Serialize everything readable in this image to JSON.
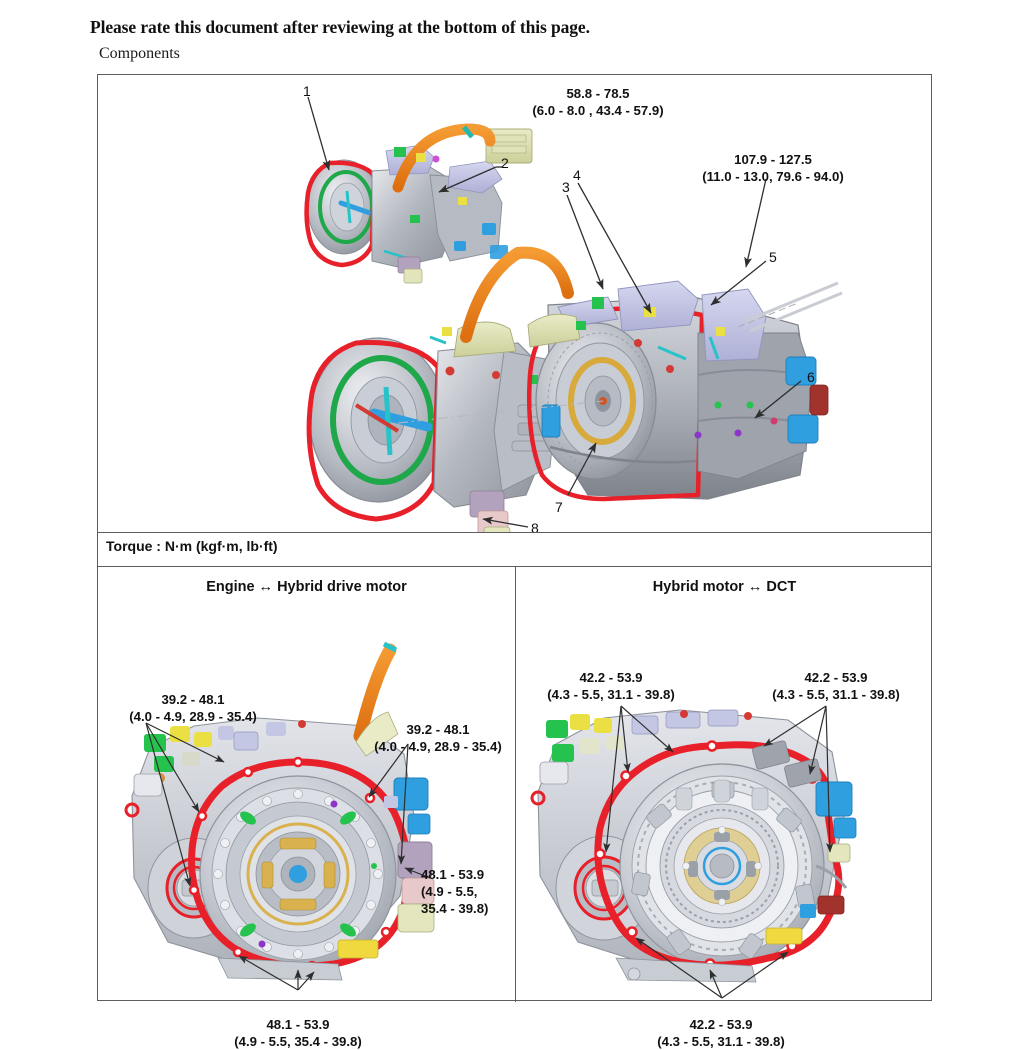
{
  "header": {
    "rate_notice": "Please rate this document after reviewing at the bottom of this page.",
    "section_title": "Components"
  },
  "torque_note": "Torque : N·m (kgf·m, lb·ft)",
  "exploded_view": {
    "callouts": [
      {
        "id": "1",
        "label": "1"
      },
      {
        "id": "2",
        "label": "2"
      },
      {
        "id": "3",
        "label": "3"
      },
      {
        "id": "4",
        "label": "4"
      },
      {
        "id": "5",
        "label": "5"
      },
      {
        "id": "6",
        "label": "6"
      },
      {
        "id": "7",
        "label": "7"
      },
      {
        "id": "8",
        "label": "8"
      }
    ],
    "torque_specs": [
      {
        "id": "spec-top-center",
        "line1": "58.8 - 78.5",
        "line2": "(6.0 - 8.0 , 43.4 - 57.9)"
      },
      {
        "id": "spec-top-right",
        "line1": "107.9 - 127.5",
        "line2": "(11.0 - 13.0, 79.6 - 94.0)"
      }
    ]
  },
  "panels": [
    {
      "id": "engine-hybrid-motor",
      "title": "Engine ↔ Hybrid drive motor",
      "torque_specs": [
        {
          "id": "left-upper",
          "line1": "39.2 - 48.1",
          "line2": "(4.0 - 4.9, 28.9 - 35.4)"
        },
        {
          "id": "right-upper",
          "line1": "39.2 - 48.1",
          "line2": "(4.0 - 4.9, 28.9 - 35.4)"
        },
        {
          "id": "right-middle",
          "line1": "48.1 - 53.9",
          "line2": "(4.9 - 5.5,",
          "line3": "35.4 - 39.8)"
        },
        {
          "id": "bottom-center",
          "line1": "48.1 - 53.9",
          "line2": "(4.9 - 5.5, 35.4 - 39.8)"
        }
      ]
    },
    {
      "id": "hybrid-motor-dct",
      "title": "Hybrid motor ↔ DCT",
      "torque_specs": [
        {
          "id": "left-upper",
          "line1": "42.2 - 53.9",
          "line2": "(4.3 - 5.5, 31.1 - 39.8)"
        },
        {
          "id": "right-upper",
          "line1": "42.2 - 53.9",
          "line2": "(4.3 - 5.5, 31.1 - 39.8)"
        },
        {
          "id": "bottom-center",
          "line1": "42.2 - 53.9",
          "line2": "(4.3 - 5.5, 31.1 - 39.8)"
        }
      ]
    }
  ],
  "colors": {
    "gasket_red": "#e8202a",
    "frame_border": "#5d5d5d",
    "leader_line": "#3a3a3a",
    "housing_gray": "#b9bcc4",
    "housing_light": "#d8dade",
    "accent_green": "#22b24c",
    "accent_blue": "#2f9fe0",
    "accent_orange": "#e8821e",
    "accent_yellow": "#efe04a",
    "accent_olive": "#d9dba8",
    "accent_lavender": "#c3c4e2"
  }
}
